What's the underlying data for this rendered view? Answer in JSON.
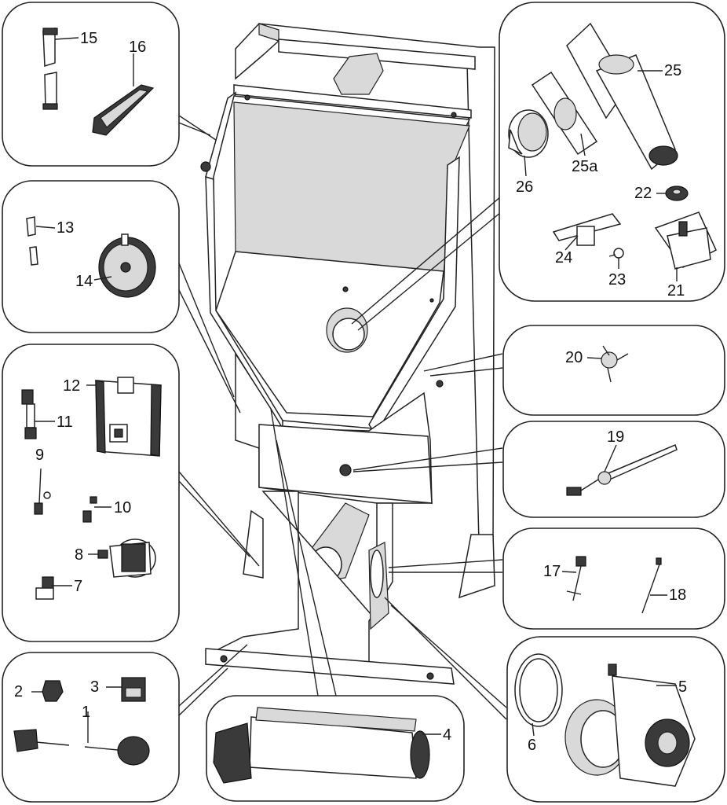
{
  "labels": {
    "p1": "1",
    "p2": "2",
    "p3": "3",
    "p4": "4",
    "p5": "5",
    "p6": "6",
    "p7": "7",
    "p8": "8",
    "p9": "9",
    "p10": "10",
    "p11": "11",
    "p12": "12",
    "p13": "13",
    "p14": "14",
    "p15": "15",
    "p16": "16",
    "p17": "17",
    "p18": "18",
    "p19": "19",
    "p20": "20",
    "p21": "21",
    "p22": "22",
    "p23": "23",
    "p24": "24",
    "p25": "25",
    "p25a": "25a",
    "p26": "26"
  }
}
